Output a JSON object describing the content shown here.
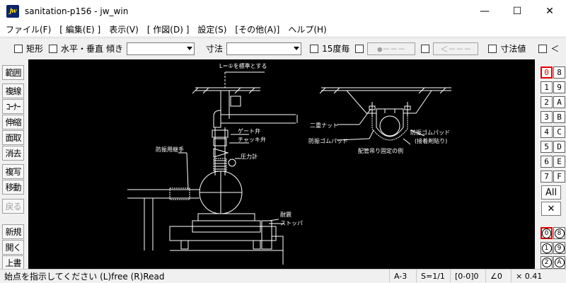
{
  "window": {
    "icon_label": "jw",
    "title": "sanitation-p156 - jw_win",
    "minimize": "—",
    "maximize": "☐",
    "close": "✕"
  },
  "menu": [
    "ファイル(F)",
    "[ 編集(E) ]",
    "表示(V)",
    "[ 作図(D) ]",
    "設定(S)",
    "[その他(A)]",
    "ヘルプ(H)"
  ],
  "toolbar": {
    "rect_label": "矩形",
    "hv_label": "水平・垂直",
    "slope_label": "傾き",
    "slope_value": "",
    "dim_label": "寸法",
    "dim_value": "",
    "deg15_label": "15度毎",
    "point_btn": "●－－－",
    "arrow_btn": "＜－－－",
    "dimval_label": "寸法値",
    "lt_label": "＜"
  },
  "left_buttons": [
    "範囲",
    "複線",
    "ｺｰﾅｰ",
    "伸縮",
    "面取",
    "消去",
    "複写",
    "移動",
    "戻る",
    "新規",
    "開く",
    "上書"
  ],
  "right_panel": {
    "layer_groups_top": [
      [
        "0",
        "8"
      ],
      [
        "1",
        "9"
      ],
      [
        "2",
        "A"
      ],
      [
        "3",
        "B"
      ],
      [
        "4",
        "C"
      ],
      [
        "5",
        "D"
      ],
      [
        "6",
        "E"
      ],
      [
        "7",
        "F"
      ]
    ],
    "all_label": "All",
    "x_label": "✕",
    "layer_groups_bottom": [
      [
        "0",
        "8"
      ],
      [
        "1",
        "9"
      ],
      [
        "2",
        "A"
      ]
    ]
  },
  "drawing": {
    "note_top": "L＝①を標準とする",
    "gate_valve": "ゲート弁",
    "check_valve": "チャッキ弁",
    "vib_joint": "防振用継手",
    "pressure_gauge": "圧力計",
    "seismic_stopper_1": "耐震",
    "seismic_stopper_2": "ストッパ",
    "double_nut": "二重ナット",
    "vib_rubber_pad": "防振ゴムパッド",
    "vib_rubber_pad_r1": "防振ゴムパッド",
    "vib_rubber_pad_r2": "(接着剤貼り)",
    "hanger_example": "配管吊り固定の例"
  },
  "status": {
    "message": "始点を指示してください (L)free (R)Read",
    "paper": "A-3",
    "scale": "S=1/1",
    "layer": "[0-0]0",
    "angle": "∠0",
    "factor": "× 0.41"
  }
}
